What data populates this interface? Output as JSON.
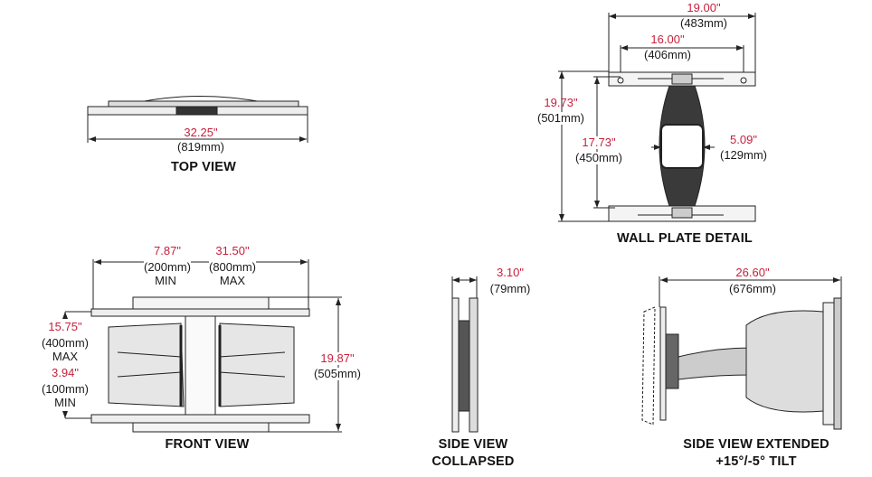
{
  "colors": {
    "dimension_value": "#c8203c",
    "line": "#222222"
  },
  "top_view": {
    "title": "TOP VIEW",
    "width_in": "32.25\"",
    "width_mm": "(819mm)"
  },
  "wall_plate": {
    "title": "WALL PLATE DETAIL",
    "outer_w_in": "19.00\"",
    "outer_w_mm": "(483mm)",
    "inner_w_in": "16.00\"",
    "inner_w_mm": "(406mm)",
    "outer_h_in": "19.73\"",
    "outer_h_mm": "(501mm)",
    "inner_h_in": "17.73\"",
    "inner_h_mm": "(450mm)",
    "body_w_in": "5.09\"",
    "body_w_mm": "(129mm)"
  },
  "front_view": {
    "title": "FRONT VIEW",
    "min_w_in": "7.87\"",
    "min_w_mm": "(200mm)",
    "min_w_note": "MIN",
    "max_w_in": "31.50\"",
    "max_w_mm": "(800mm)",
    "max_w_note": "MAX",
    "max_h_in": "15.75\"",
    "max_h_mm": "(400mm)",
    "max_h_note": "MAX",
    "min_h_in": "3.94\"",
    "min_h_mm": "(100mm)",
    "min_h_note": "MIN",
    "height_in": "19.87\"",
    "height_mm": "(505mm)"
  },
  "side_collapsed": {
    "title_line1": "SIDE VIEW",
    "title_line2": "COLLAPSED",
    "depth_in": "3.10\"",
    "depth_mm": "(79mm)"
  },
  "side_extended": {
    "title_line1": "SIDE VIEW EXTENDED",
    "title_line2": "+15°/-5° TILT",
    "depth_in": "26.60\"",
    "depth_mm": "(676mm)"
  }
}
